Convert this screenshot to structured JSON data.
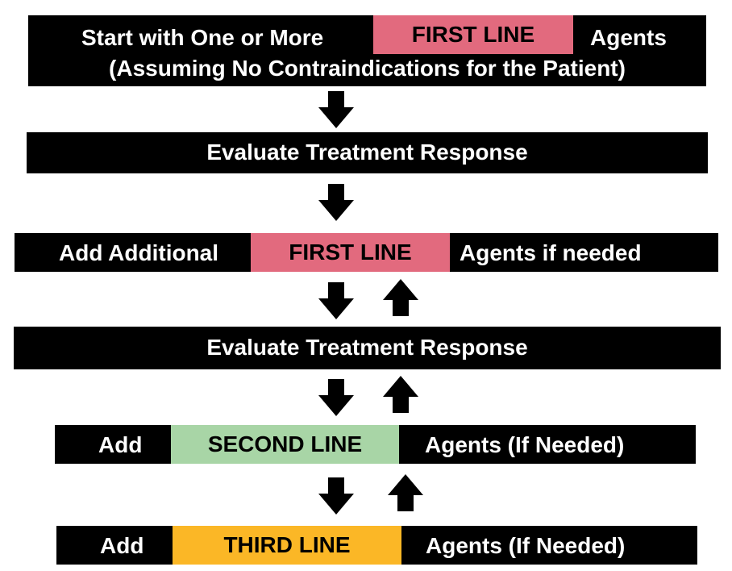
{
  "colors": {
    "box": "#000000",
    "text": "#ffffff",
    "first_line": "#e26a7e",
    "second_line": "#a8d5a6",
    "third_line": "#fbb726",
    "arrow": "#000000"
  },
  "step1": {
    "prefix": "Start with One or  More",
    "highlight": "FIRST LINE",
    "suffix": "Agents",
    "line2": "(Assuming No Contraindications for the Patient)"
  },
  "step2": {
    "label": "Evaluate Treatment Response"
  },
  "step3": {
    "prefix": "Add Additional",
    "highlight": "FIRST LINE",
    "suffix": "Agents if  needed"
  },
  "step4": {
    "label": "Evaluate Treatment Response"
  },
  "step5": {
    "prefix": "Add",
    "highlight": "SECOND LINE",
    "suffix": "Agents (If Needed)"
  },
  "step6": {
    "prefix": "Add",
    "highlight": "THIRD LINE",
    "suffix": "Agents (If Needed)"
  }
}
